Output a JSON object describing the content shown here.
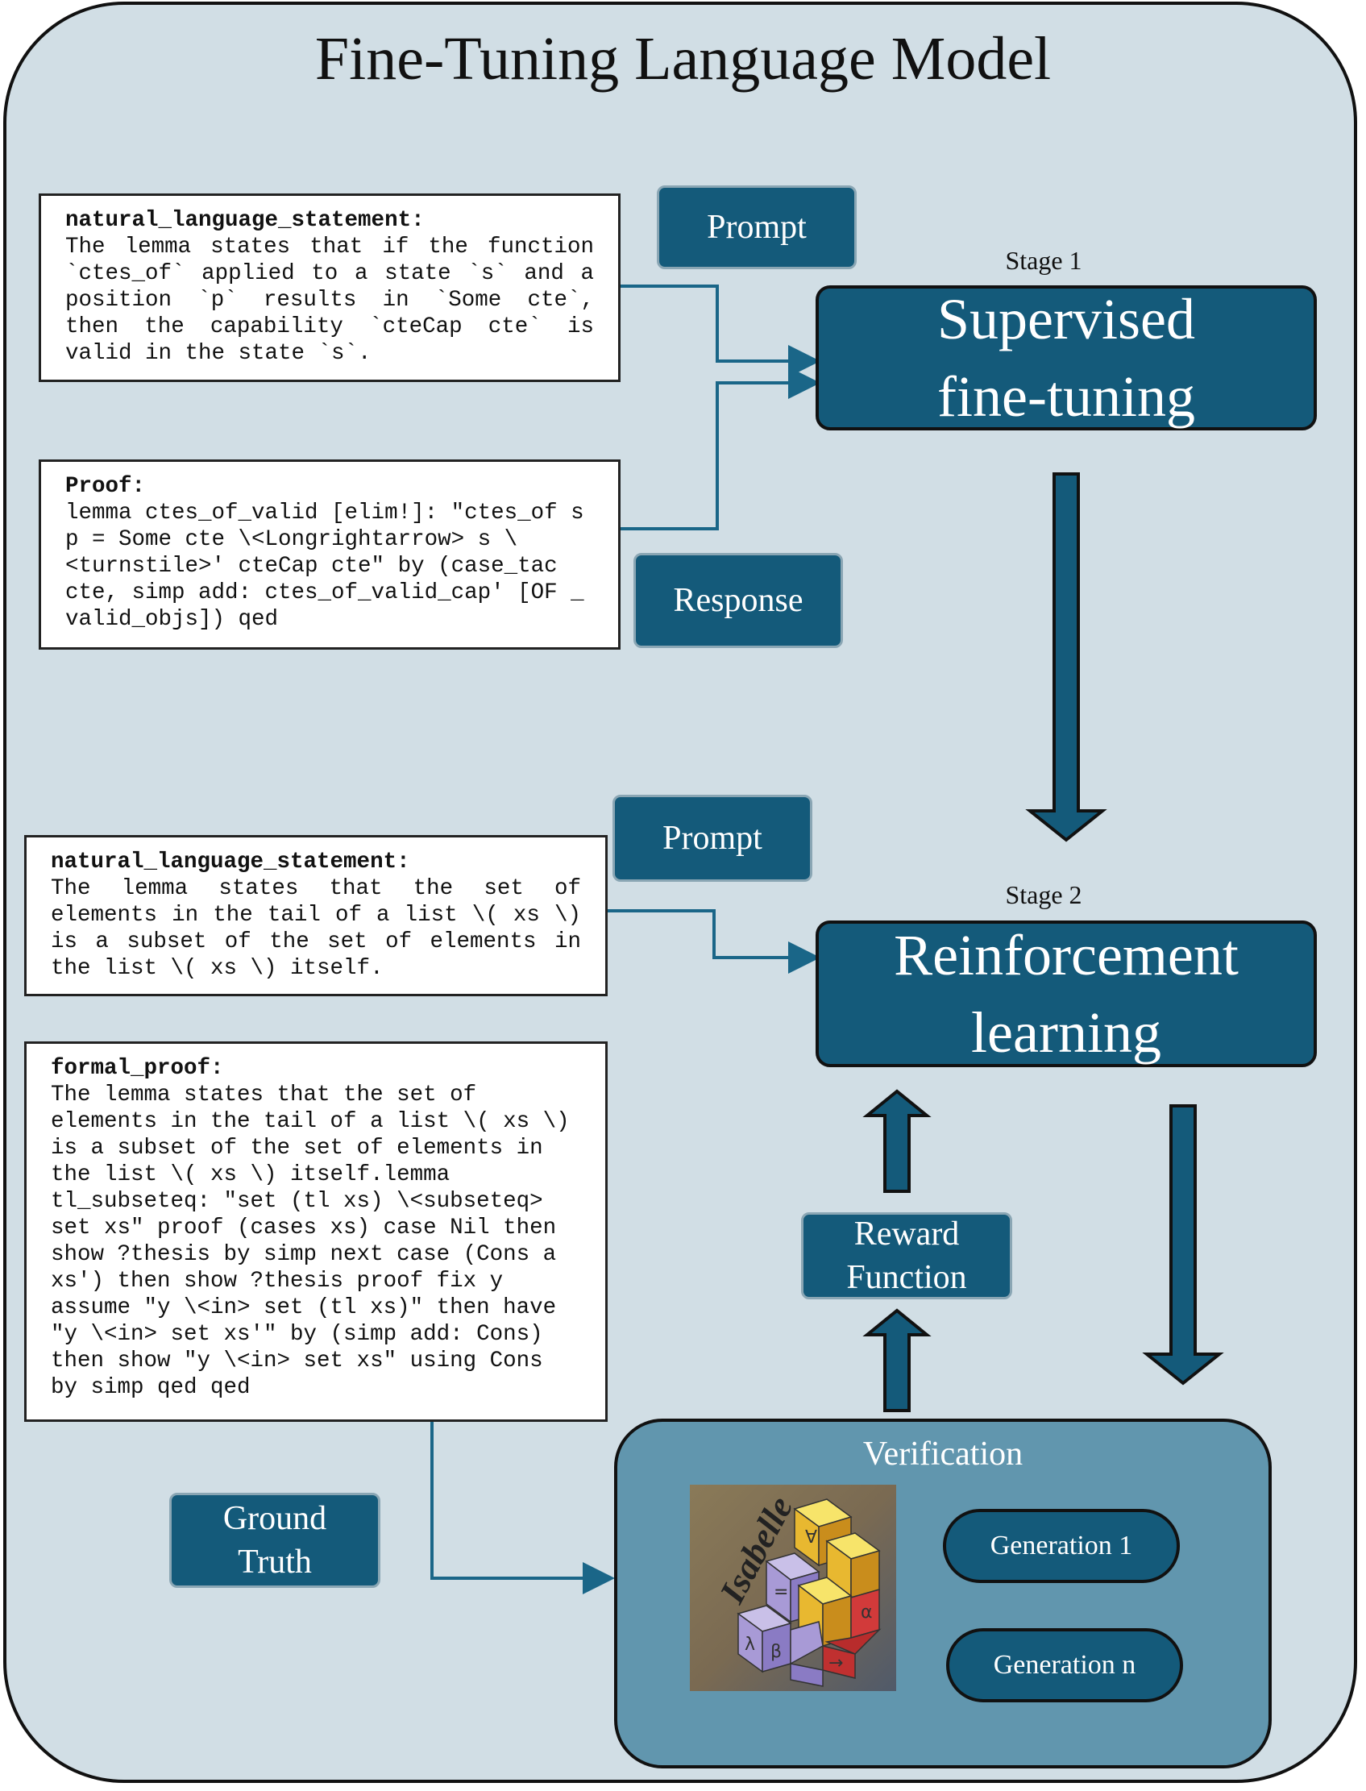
{
  "title": "Fine-Tuning Language Model",
  "stage1": {
    "label": "Stage 1",
    "box_line1": "Supervised",
    "box_line2": "fine-tuning",
    "prompt_tag": "Prompt",
    "response_tag": "Response",
    "statement_head": "natural_language_statement:",
    "statement_body": "The lemma states that if the function `ctes_of` applied to a state `s` and a position `p` results in `Some cte`, then the capability `cteCap cte` is valid in the state `s`.",
    "proof_head": "Proof:",
    "proof_body": "lemma ctes_of_valid [elim!]: \"ctes_of s p = Some cte \\<Longrightarrow> s \\<turnstile>' cteCap cte\" by (case_tac cte, simp add: ctes_of_valid_cap' [OF _ valid_objs]) qed"
  },
  "stage2": {
    "label": "Stage 2",
    "box_line1": "Reinforcement",
    "box_line2": "learning",
    "prompt_tag": "Prompt",
    "statement_head": "natural_language_statement:",
    "statement_body": "The lemma states that the set of elements in the tail of a list \\( xs \\) is a subset of the set of elements in the list \\( xs \\) itself.",
    "formal_head": "formal_proof:",
    "formal_body": "The lemma states that the set of elements in the tail of a list \\( xs \\) is a subset of the set of elements in the list \\( xs \\) itself.lemma tl_subseteq: \"set (tl xs) \\<subseteq> set xs\" proof (cases xs) case Nil then show ?thesis by simp next case (Cons a xs') then show ?thesis proof fix y assume \"y \\<in> set (tl xs)\" then have \"y \\<in> set xs'\" by (simp add: Cons) then show \"y \\<in> set xs\" using Cons by simp qed qed",
    "reward_line1": "Reward",
    "reward_line2": "Function",
    "ground_truth_line1": "Ground",
    "ground_truth_line2": "Truth"
  },
  "verification": {
    "title": "Verification",
    "logo_text": "Isabelle",
    "logo_symbols": [
      "∀",
      "=",
      "λ",
      "β",
      "α",
      "→"
    ],
    "generations": [
      "Generation 1",
      "Generation n"
    ]
  },
  "colors": {
    "box_fill": "#145a7a",
    "background": "#d1dee5",
    "verification_fill": "#6196ae"
  }
}
